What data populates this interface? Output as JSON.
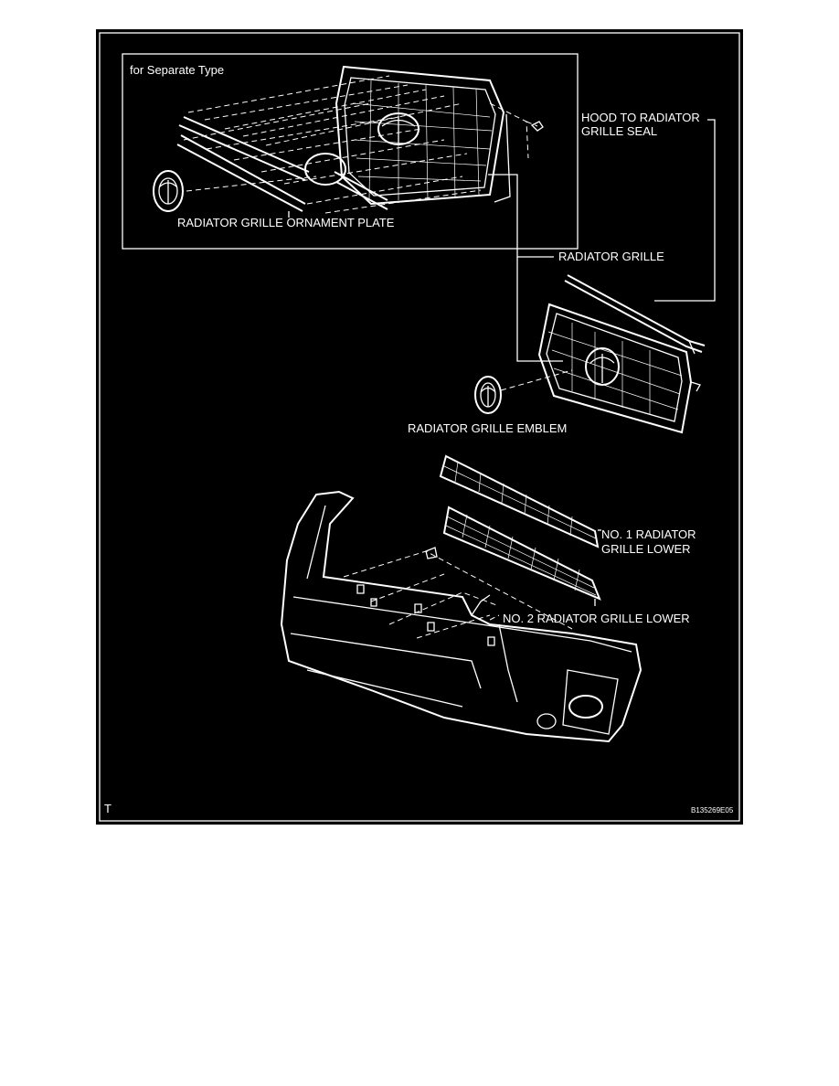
{
  "figure": {
    "inset_title": "for Separate Type",
    "labels": {
      "ornament_plate": "RADIATOR GRILLE ORNAMENT PLATE",
      "hood_seal_line1": "HOOD TO RADIATOR",
      "hood_seal_line2": "GRILLE SEAL",
      "radiator_grille": "RADIATOR GRILLE",
      "grille_emblem": "RADIATOR GRILLE EMBLEM",
      "no1_lower_line1": "NO. 1 RADIATOR",
      "no1_lower_line2": "GRILLE LOWER",
      "no2_lower": "NO. 2 RADIATOR GRILLE LOWER"
    },
    "corner_mark": "T",
    "figure_code": "B135269E05"
  },
  "colors": {
    "background": "#000000",
    "line": "#ffffff",
    "page": "#ffffff"
  }
}
